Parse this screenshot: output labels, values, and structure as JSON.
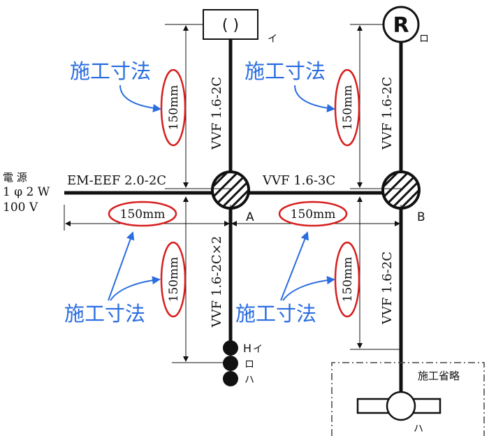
{
  "power_source": {
    "line1": "電 源",
    "line2": "1 φ 2 W",
    "line3": "100 V"
  },
  "cables": {
    "source_to_a": "EM-EEF 2.0-2C",
    "a_to_b": "VVF 1.6-3C",
    "a_to_i": "VVF 1.6-2C",
    "b_to_ro": "VVF 1.6-2C",
    "a_to_switch": "VVF 1.6-2C×2",
    "b_to_ha": "VVF 1.6-2C"
  },
  "boxes": {
    "a": "A",
    "b": "B"
  },
  "fixtures": {
    "i_symbol": "( )",
    "i_label": "イ",
    "ro_symbol": "R",
    "ro_label": "ロ",
    "ha_label": "ハ"
  },
  "switches": {
    "h_label": "H",
    "i": "イ",
    "ro": "ロ",
    "ha": "ハ"
  },
  "dimensions": {
    "d1": "150mm",
    "d2": "150mm",
    "d3": "150mm",
    "d4": "150mm",
    "d5": "150mm",
    "d6": "150mm"
  },
  "notes": {
    "construction_dim": "施工寸法",
    "omitted": "施工省略"
  },
  "colors": {
    "line": "#111111",
    "note": "#2a6de0",
    "ellipse": "#d81e1e",
    "arrow": "#2a6de0"
  }
}
